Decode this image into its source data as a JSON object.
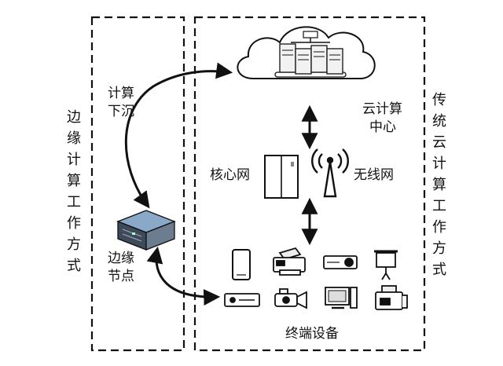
{
  "labels": {
    "edge_mode": "边缘计算工作方式",
    "traditional_mode": "传统云计算工作方式",
    "compute_sink_1": "计算",
    "compute_sink_2": "下沉",
    "cloud_center_1": "云计算",
    "cloud_center_2": "中心",
    "core_network": "核心网",
    "wireless_network": "无线网",
    "edge_node_1": "边缘",
    "edge_node_2": "节点",
    "terminal_devices": "终端设备"
  },
  "icons": {
    "cloud": "cloud-servers-icon",
    "core_switch": "network-cabinet-icon",
    "wireless": "radio-tower-icon",
    "edge_node": "rack-server-icon",
    "devices": [
      "smartphone-icon",
      "printer-icon",
      "projector-icon",
      "projection-screen-icon",
      "set-top-box-icon",
      "camera-icon",
      "desktop-computer-icon",
      "fax-machine-icon"
    ]
  },
  "colors": {
    "line": "#111111",
    "cloud_fill": "#ffffff",
    "server_fill": "#f2f2f2",
    "node_blue": "#6d8fb3"
  }
}
